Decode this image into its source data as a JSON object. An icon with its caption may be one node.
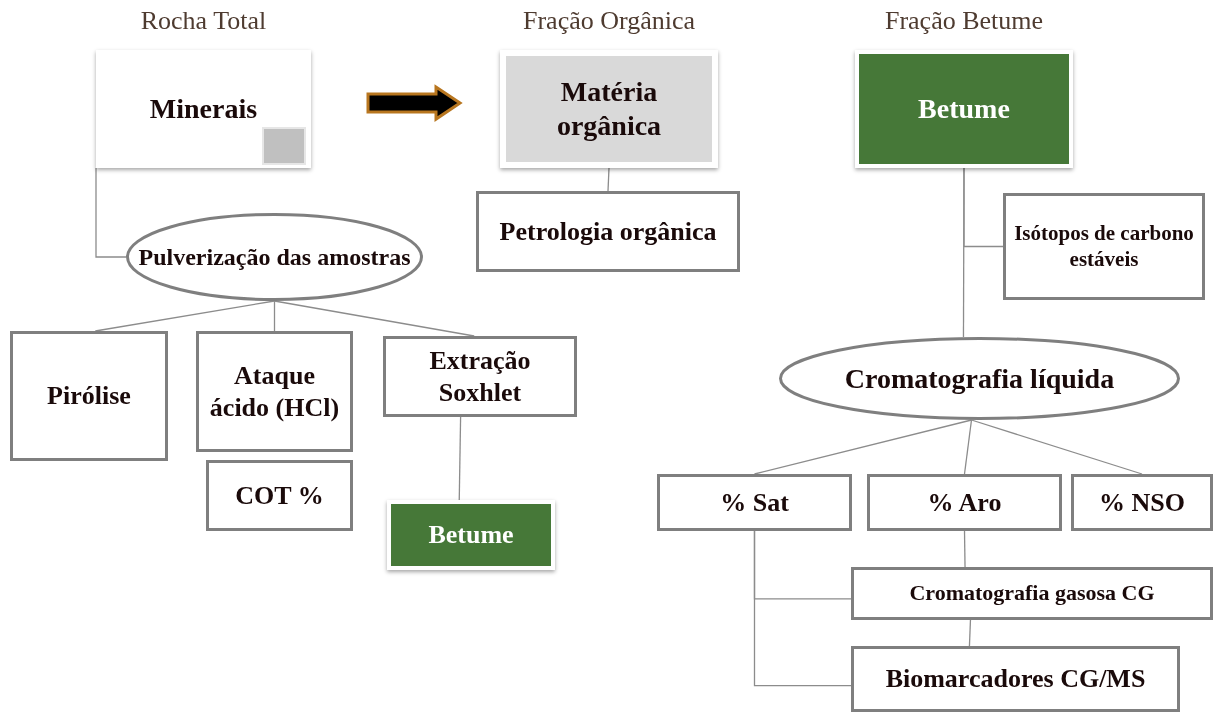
{
  "diagram": {
    "nodes": [
      {
        "text": [
          "Rocha Total",
          "Minerais"
        ]
      },
      {
        "text": [
          "Fração Orgânica",
          "Matéria orgânica"
        ]
      },
      {
        "text": [
          "Fração Betume",
          "Betume"
        ]
      },
      {
        "text": [
          "Pulverização das amostras"
        ]
      },
      {
        "text": [
          "Pirólise"
        ]
      },
      {
        "text": [
          "Ataque ácido (HCl)"
        ]
      },
      {
        "text": [
          "COT %"
        ]
      },
      {
        "text": [
          "Extração Soxhlet"
        ]
      },
      {
        "text": [
          "Betume"
        ]
      },
      {
        "text": [
          "Petrologia orgânica"
        ]
      },
      {
        "text": [
          "Isótopos de carbono estáveis"
        ]
      },
      {
        "text": [
          "Cromatografia líquida"
        ]
      },
      {
        "text": [
          "% Sat"
        ]
      },
      {
        "text": [
          "% Aro"
        ]
      },
      {
        "text": [
          "% NSO"
        ]
      },
      {
        "text": [
          "Cromatografia gasosa CG"
        ]
      },
      {
        "text": [
          "Biomarcadores CG/MS"
        ]
      }
    ],
    "edges": [
      {
        "from": 0,
        "to": 3,
        "arrow": "none"
      },
      {
        "from": 0,
        "to": 1,
        "arrow": "to",
        "style": "thick",
        "color": "#000000"
      },
      {
        "from": 3,
        "to": 4,
        "arrow": "none"
      },
      {
        "from": 3,
        "to": 5,
        "arrow": "none"
      },
      {
        "from": 3,
        "to": 7,
        "arrow": "none"
      },
      {
        "from": 7,
        "to": 8,
        "arrow": "none"
      },
      {
        "from": 1,
        "to": 9,
        "arrow": "none"
      },
      {
        "from": 2,
        "to": 10,
        "arrow": "none"
      },
      {
        "from": 2,
        "to": 11,
        "arrow": "none"
      },
      {
        "from": 11,
        "to": 12,
        "arrow": "none"
      },
      {
        "from": 11,
        "to": 13,
        "arrow": "none"
      },
      {
        "from": 11,
        "to": 14,
        "arrow": "none"
      },
      {
        "from": 13,
        "to": 15,
        "arrow": "none"
      },
      {
        "from": 12,
        "to": 15,
        "arrow": "none"
      },
      {
        "from": 12,
        "to": 16,
        "arrow": "none"
      },
      {
        "from": 15,
        "to": 16,
        "arrow": "none"
      }
    ]
  }
}
